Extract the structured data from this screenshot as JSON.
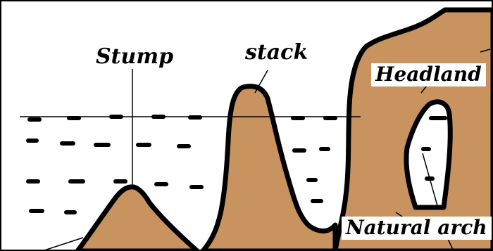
{
  "labels": {
    "stump": "Stump",
    "stack": "stack",
    "headland": "Headland",
    "natural_arch": "Natural arch"
  },
  "colors": {
    "land": "#c8935e",
    "outline": "#000000",
    "sea_dash": "#000000",
    "background": "#ffffff"
  }
}
